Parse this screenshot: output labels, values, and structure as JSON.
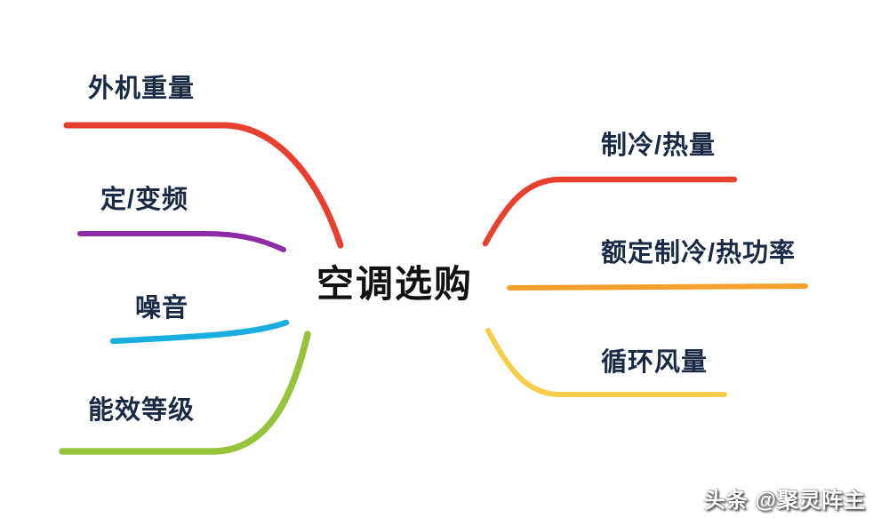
{
  "title": {
    "text": "空调选购"
  },
  "branches": {
    "left": [
      {
        "label": "外机重量",
        "color": "#e8402f"
      },
      {
        "label": "定/变频",
        "color": "#8e2ba6"
      },
      {
        "label": "噪音",
        "color": "#1aaede"
      },
      {
        "label": "能效等级",
        "color": "#97c33c"
      }
    ],
    "right": [
      {
        "label": "制冷/热量",
        "color": "#e8402f"
      },
      {
        "label": "额定制冷/热功率",
        "color": "#f5a02c"
      },
      {
        "label": "循环风量",
        "color": "#f7cd4a"
      }
    ]
  },
  "watermark": {
    "text": "头条 @聚灵阵主"
  },
  "colors": {
    "background": "#ffffff",
    "label_text": "#1b2a44",
    "title_text": "#121212"
  }
}
